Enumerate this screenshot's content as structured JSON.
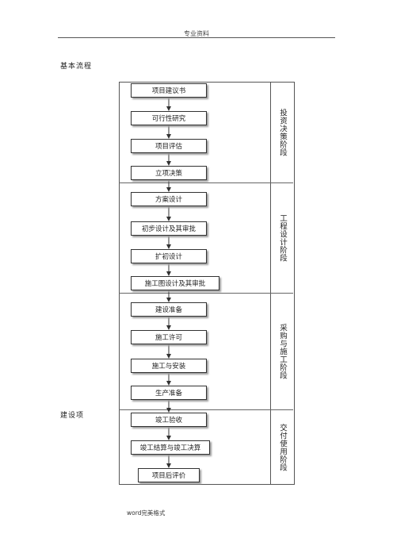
{
  "header": {
    "text": "专业资料"
  },
  "footer": {
    "text": "word完美格式"
  },
  "labels": {
    "basic_flow": "基本流程",
    "project": "建设项"
  },
  "stages": [
    {
      "name": "投资决策阶段",
      "steps": [
        "项目建议书",
        "可行性研究",
        "项目评估",
        "立项决策"
      ]
    },
    {
      "name": "工程设计阶段",
      "steps": [
        "方案设计",
        "初步设计及其审批",
        "扩初设计",
        "施工图设计及其审批"
      ]
    },
    {
      "name": "采购与施工阶段",
      "steps": [
        "建设准备",
        "施工许可",
        "施工与安装",
        "生产准备"
      ]
    },
    {
      "name": "交付使用阶段",
      "steps": [
        "竣工验收",
        "竣工结算与竣工决算",
        "项目后评价"
      ]
    }
  ]
}
